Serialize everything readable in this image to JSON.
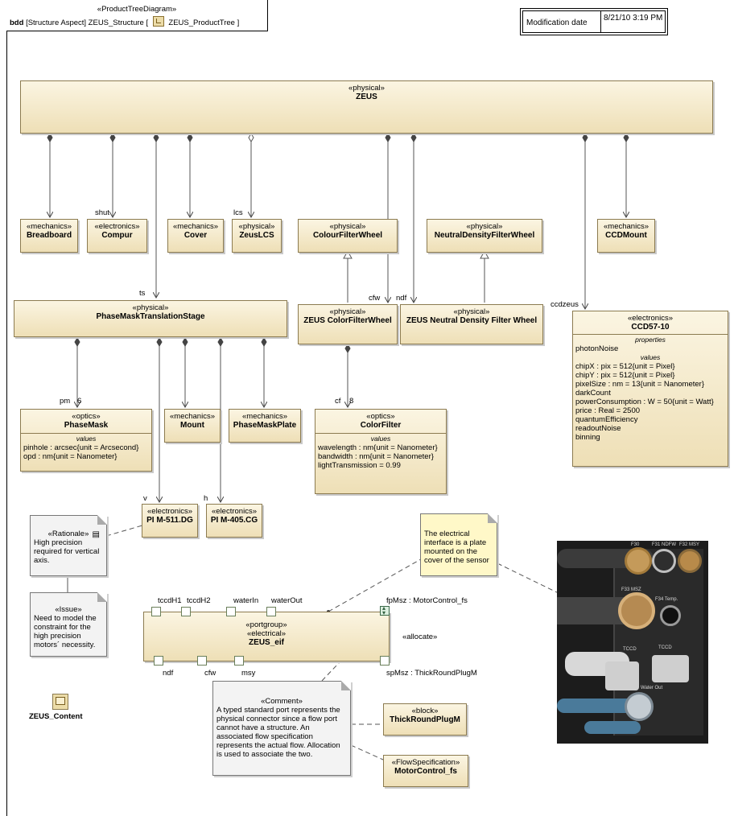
{
  "header": {
    "diagram_stereotype": "«ProductTreeDiagram»",
    "kind": "bdd",
    "title_text": "[Structure Aspect] ZEUS_Structure [",
    "title_context": "ZEUS_ProductTree ]"
  },
  "modification": {
    "label": "Modification date",
    "value": "8/21/10 3:19 PM"
  },
  "blocks": {
    "zeus": {
      "stereotype": "«physical»",
      "name": "ZEUS"
    },
    "breadboard": {
      "stereotype": "«mechanics»",
      "name": "Breadboard"
    },
    "compur": {
      "stereotype": "«electronics»",
      "name": "Compur"
    },
    "cover": {
      "stereotype": "«mechanics»",
      "name": "Cover"
    },
    "zeuslcs": {
      "stereotype": "«physical»",
      "name": "ZeusLCS"
    },
    "colourfilterwheel": {
      "stereotype": "«physical»",
      "name": "ColourFilterWheel"
    },
    "ndfilterwheel": {
      "stereotype": "«physical»",
      "name": "NeutralDensityFilterWheel"
    },
    "ccdmount": {
      "stereotype": "«mechanics»",
      "name": "CCDMount"
    },
    "phasemaskstage": {
      "stereotype": "«physical»",
      "name": "PhaseMaskTranslationStage"
    },
    "zeuscolorfilterwheel": {
      "stereotype": "«physical»",
      "name": "ZEUS ColorFilterWheel"
    },
    "zeusndfilterwheel": {
      "stereotype": "«physical»",
      "name": "ZEUS Neutral Density Filter Wheel"
    },
    "ccd5710": {
      "stereotype": "«electronics»",
      "name": "CCD57-10",
      "properties_caption": "properties",
      "property": "photonNoise",
      "values_caption": "values",
      "values": [
        "chipX : pix = 512{unit = Pixel}",
        "chipY : pix = 512{unit = Pixel}",
        "pixelSize : nm = 13{unit = Nanometer}",
        "darkCount",
        "powerConsumption : W = 50{unit = Watt}",
        "price : Real = 2500",
        "quantumEfficiency",
        "readoutNoise",
        "binning"
      ]
    },
    "phasemask": {
      "stereotype": "«optics»",
      "name": "PhaseMask",
      "values_caption": "values",
      "values": [
        "pinhole : arcsec{unit = Arcsecond}",
        "opd : nm{unit = Nanometer}"
      ]
    },
    "mount": {
      "stereotype": "«mechanics»",
      "name": "Mount"
    },
    "phasemaskplate": {
      "stereotype": "«mechanics»",
      "name": "PhaseMaskPlate"
    },
    "colorfilter": {
      "stereotype": "«optics»",
      "name": "ColorFilter",
      "values_caption": "values",
      "values": [
        "wavelength : nm{unit = Nanometer}",
        "bandwidth : nm{unit = Nanometer}",
        "lightTransmission = 0.99"
      ]
    },
    "pim511": {
      "stereotype": "«electronics»",
      "name": "PI M-511.DG"
    },
    "pim405": {
      "stereotype": "«electronics»",
      "name": "PI M-405.CG"
    },
    "zeuseif": {
      "stereotype1": "«portgroup»",
      "stereotype2": "«electrical»",
      "name": "ZEUS_eif"
    },
    "thickroundplug": {
      "stereotype": "«block»",
      "name": "ThickRoundPlugM"
    },
    "motorcontrol": {
      "stereotype": "«FlowSpecification»",
      "name": "MotorControl_fs"
    }
  },
  "role_labels": {
    "shut": "shut",
    "lcs": "lcs",
    "ts": "ts",
    "cfw": "cfw",
    "ndf": "ndf",
    "ccdzeus": "ccdzeus",
    "pm": "pm",
    "pm_mult": "6",
    "cf": "cf",
    "cf_mult": "8",
    "v": "v",
    "h": "h"
  },
  "ports": {
    "tccdH1": "tccdH1",
    "tccdH2": "tccdH2",
    "waterIn": "waterIn",
    "waterOut": "waterOut",
    "fpMsz": "fpMsz : MotorControl_fs",
    "ndf": "ndf",
    "cfw": "cfw",
    "msy": "msy",
    "spMsz": "spMsz : ThickRoundPlugM",
    "allocate": "«allocate»"
  },
  "notes": {
    "rationale": {
      "stereotype": "«Rationale»",
      "text": "High precision required for vertical axis."
    },
    "issue": {
      "stereotype": "«Issue»",
      "text": "Need to model the constraint for the high precision motors´ necessity."
    },
    "electrical": {
      "text": "The electrical interface is a plate mounted on the cover of the sensor"
    },
    "comment": {
      "stereotype": "«Comment»",
      "text": "A typed standard port represents the physical connector since a flow port cannot have a structure. An associated flow specification represents the actual flow. Allocation is used to associate the two."
    }
  },
  "content_icon": {
    "icon": "package-content-icon",
    "label": "ZEUS_Content"
  },
  "photo": {
    "labels": {
      "f30": "F30",
      "f31": "F31 NDFW",
      "f32": "F32 MSY",
      "f33": "F33 MSZ",
      "f34": "F34 Temp.",
      "tccd1": "TCCD",
      "tccd2": "TCCD",
      "water": "Water Out"
    }
  },
  "colors": {
    "block_fill_top": "#fbf5e2",
    "block_fill_bottom": "#eedfb6",
    "block_border": "#8c7b50",
    "note_fill": "#f3f3f3",
    "note_yellow": "#fff8c8"
  }
}
